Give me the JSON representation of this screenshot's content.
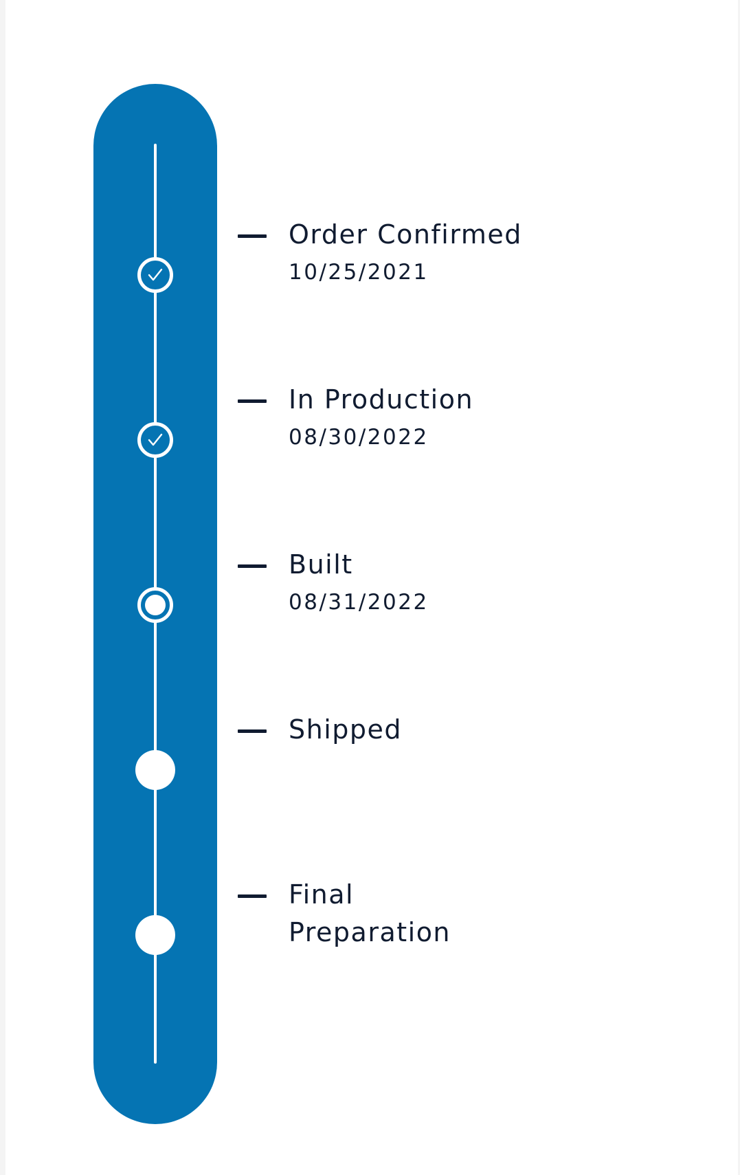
{
  "colors": {
    "track": "#0574b3",
    "text": "#101b30",
    "node": "#ffffff"
  },
  "steps": [
    {
      "label": "Order Confirmed",
      "date": "10/25/2021",
      "state": "done",
      "icon": "check-icon"
    },
    {
      "label": "In Production",
      "date": "08/30/2022",
      "state": "done",
      "icon": "check-icon"
    },
    {
      "label": "Built",
      "date": "08/31/2022",
      "state": "current",
      "icon": "ring-icon"
    },
    {
      "label": "Shipped",
      "date": "",
      "state": "pending",
      "icon": "dot-icon"
    },
    {
      "label": "Final",
      "label2": "Preparation",
      "date": "",
      "state": "pending",
      "icon": "dot-icon"
    }
  ]
}
